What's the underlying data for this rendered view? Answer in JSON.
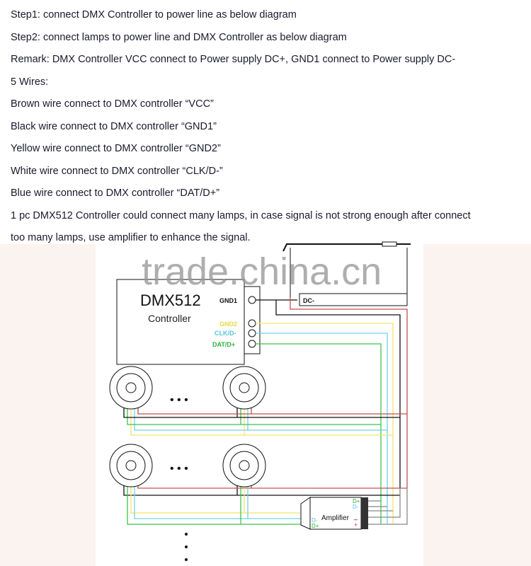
{
  "instructions": [
    "Step1: connect DMX Controller to power line as below diagram",
    "Step2: connect lamps to power line and DMX Controller as below diagram",
    "Remark: DMX Controller VCC connect to Power supply DC+, GND1 connect to Power supply DC-",
    "5 Wires:",
    "Brown wire connect to DMX controller “VCC”",
    "Black wire connect to DMX controller “GND1”",
    "Yellow wire connect to DMX controller “GND2”",
    "White wire connect to DMX controller “CLK/D-”",
    "Blue wire connect to DMX controller “DAT/D+”",
    "1 pc DMX512 Controller could connect many lamps, in case signal is not strong enough after connect",
    " too many lamps, use amplifier to enhance the signal."
  ],
  "diagram": {
    "controller_title": "DMX512",
    "controller_subtitle": "Controller",
    "terminals": {
      "gnd1": "GND1",
      "gnd2": "GND2",
      "clk": "CLK/D-",
      "dat": "DAT/D+"
    },
    "power_label": "DC-",
    "ellipsis": "• • •",
    "amplifier": {
      "label": "Amplifier",
      "in_d_minus": "D-",
      "in_d_plus": "D+",
      "out_d_plus": "D+",
      "out_d_minus": "D-",
      "minus": "_",
      "plus": "+"
    },
    "watermark": "trade.china.cn"
  },
  "colors": {
    "red": "#c0504d",
    "yellow": "#f2e36b",
    "cyan": "#6fd3e3",
    "green": "#3cc24a",
    "black": "#111111"
  }
}
